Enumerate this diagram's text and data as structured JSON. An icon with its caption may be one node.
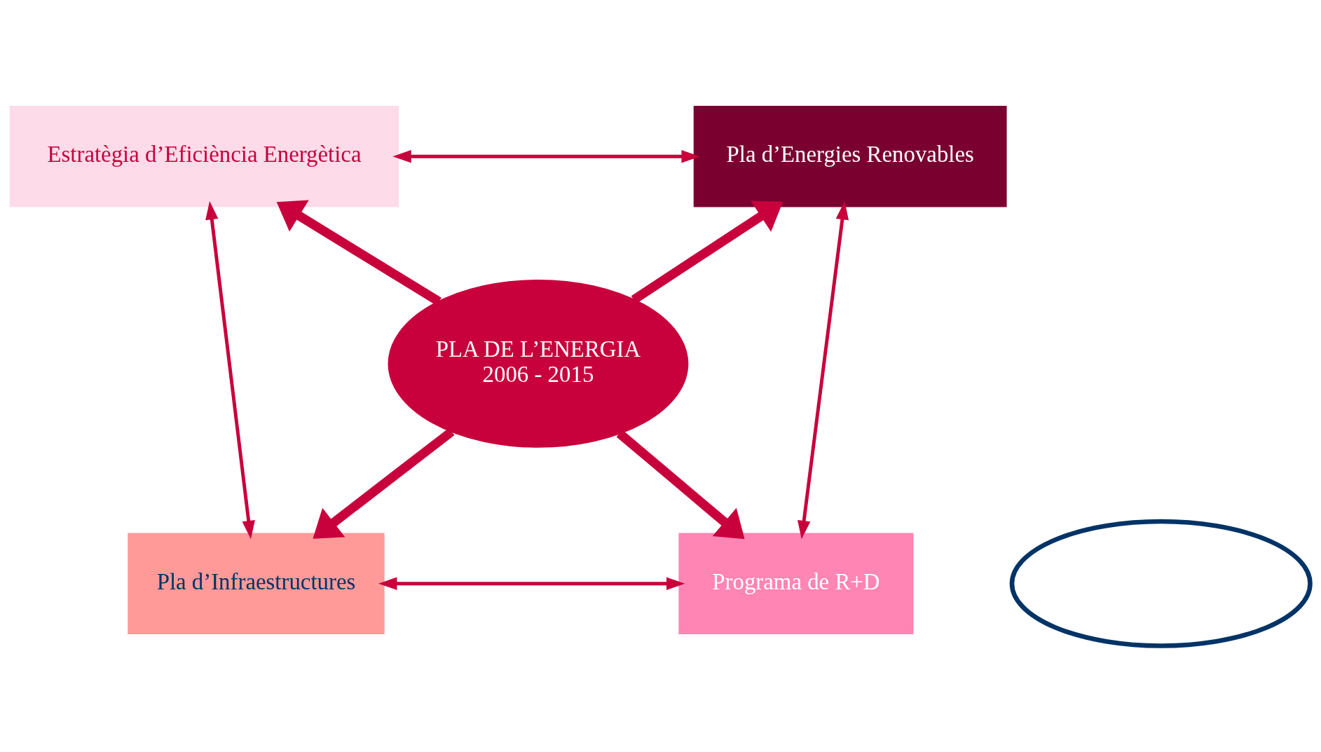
{
  "diagram": {
    "nodes": [
      {
        "text": [
          "PLA DE L’ENERGIA",
          "2006 - 2015"
        ]
      },
      {
        "text": [
          "Estratègia d’Eficiència Energètica"
        ]
      },
      {
        "text": [
          "Pla d’Energies Renovables"
        ]
      },
      {
        "text": [
          "Pla d’Infraestructures"
        ]
      },
      {
        "text": [
          "Programa de R+D"
        ]
      },
      {
        "text": [],
        "shape": "ellipse"
      }
    ],
    "edges": [
      {
        "from": 0,
        "to": 1,
        "arrow": "to",
        "style": "thick"
      },
      {
        "from": 0,
        "to": 2,
        "arrow": "to",
        "style": "thick"
      },
      {
        "from": 0,
        "to": 3,
        "arrow": "to",
        "style": "thick"
      },
      {
        "from": 0,
        "to": 4,
        "arrow": "to",
        "style": "thick"
      },
      {
        "from": 1,
        "to": 2,
        "arrow": "both"
      },
      {
        "from": 2,
        "to": 4,
        "arrow": "both"
      },
      {
        "from": 3,
        "to": 4,
        "arrow": "both"
      },
      {
        "from": 1,
        "to": 3,
        "arrow": "both"
      }
    ]
  }
}
